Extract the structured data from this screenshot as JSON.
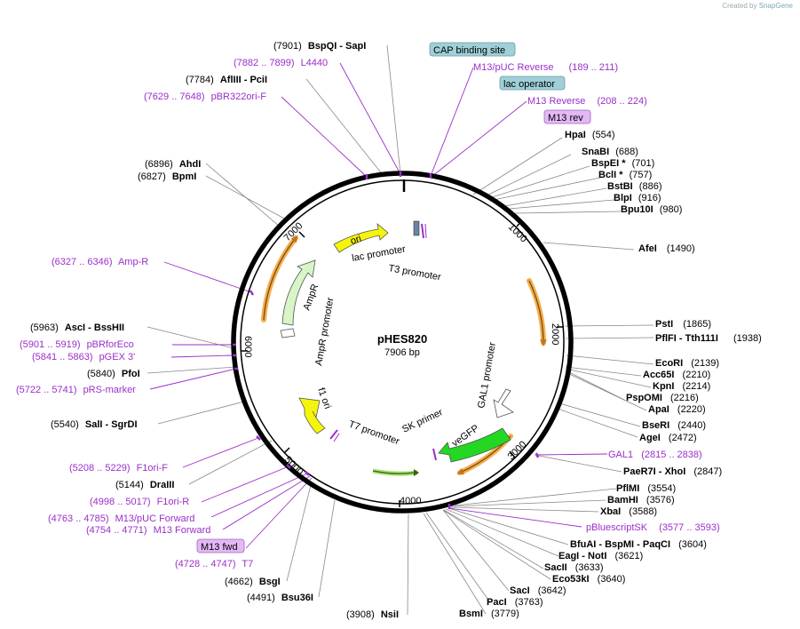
{
  "credit": {
    "prefix": "Created by",
    "brand": "SnapGene"
  },
  "plasmid": {
    "name": "pHES820",
    "size": "7906 bp"
  },
  "colors": {
    "ring": "#000000",
    "feature_text": "#9a2fc9",
    "site_line": "#777777",
    "feature_line": "#9a2fc9",
    "ori": "#f5f50a",
    "ampr": "#d8f5c8",
    "vegfp": "#22d822",
    "promoter": "#ffffff",
    "box_blue": "#9fd0d8",
    "box_violet": "#e3b8f5",
    "orange": "#f0a030"
  },
  "ticks": [
    "1000",
    "2000",
    "3000",
    "4000",
    "5000",
    "6000",
    "7000"
  ],
  "inner_labels": [
    "ori",
    "lac promoter",
    "T3 promoter",
    "AmpR",
    "AmpR promoter",
    "GAL1 promoter",
    "veGFP",
    "SK primer",
    "T7 promoter",
    "f1 ori"
  ],
  "box_labels": [
    "CAP binding site",
    "lac operator",
    "M13 rev",
    "M13 fwd"
  ],
  "right_labels": [
    {
      "name": "HpaI",
      "pos": "(554)"
    },
    {
      "name": "SnaBI",
      "pos": "(688)"
    },
    {
      "name": "BspEI *",
      "pos": "(701)"
    },
    {
      "name": "BclI *",
      "pos": "(757)"
    },
    {
      "name": "BstBI",
      "pos": "(886)"
    },
    {
      "name": "BlpI",
      "pos": "(916)"
    },
    {
      "name": "Bpu10I",
      "pos": "(980)"
    },
    {
      "name": "AfeI",
      "pos": "(1490)"
    },
    {
      "name": "PstI",
      "pos": "(1865)"
    },
    {
      "name": "PflFI - Tth111I",
      "pos": "(1938)"
    },
    {
      "name": "EcoRI",
      "pos": "(2139)"
    },
    {
      "name": "Acc65I",
      "pos": "(2210)"
    },
    {
      "name": "KpnI",
      "pos": "(2214)"
    },
    {
      "name": "PspOMI",
      "pos": "(2216)"
    },
    {
      "name": "ApaI",
      "pos": "(2220)"
    },
    {
      "name": "BseRI",
      "pos": "(2440)"
    },
    {
      "name": "AgeI",
      "pos": "(2472)"
    },
    {
      "name": "PaeR7I - XhoI",
      "pos": "(2847)"
    },
    {
      "name": "PflMI",
      "pos": "(3554)"
    },
    {
      "name": "BamHI",
      "pos": "(3576)"
    },
    {
      "name": "XbaI",
      "pos": "(3588)"
    },
    {
      "name": "BfuAI - BspMI - PaqCI",
      "pos": "(3604)"
    },
    {
      "name": "EagI - NotI",
      "pos": "(3621)"
    },
    {
      "name": "SacII",
      "pos": "(3633)"
    },
    {
      "name": "Eco53kI",
      "pos": "(3640)"
    },
    {
      "name": "SacI",
      "pos": "(3642)"
    },
    {
      "name": "PacI",
      "pos": "(3763)"
    },
    {
      "name": "BsmI",
      "pos": "(3779)"
    }
  ],
  "left_labels": [
    {
      "pos": "(7901)",
      "name": "BspQI - SapI"
    },
    {
      "pos": "(7784)",
      "name": "AflIII - PciI"
    },
    {
      "pos": "(6896)",
      "name": "AhdI"
    },
    {
      "pos": "(6827)",
      "name": "BpmI"
    },
    {
      "pos": "(5963)",
      "name": "AscI - BssHII"
    },
    {
      "pos": "(5840)",
      "name": "PfoI"
    },
    {
      "pos": "(5540)",
      "name": "SalI - SgrDI"
    },
    {
      "pos": "(5144)",
      "name": "DraIII"
    },
    {
      "pos": "(4662)",
      "name": "BsgI"
    },
    {
      "pos": "(4491)",
      "name": "Bsu36I"
    },
    {
      "pos": "(3908)",
      "name": "NsiI"
    }
  ],
  "feature_labels": [
    {
      "name": "M13/pUC Reverse",
      "range": "(189 .. 211)"
    },
    {
      "name": "M13 Reverse",
      "range": "(208 .. 224)"
    },
    {
      "name": "GAL1",
      "range": "(2815 .. 2838)"
    },
    {
      "name": "pBluescriptSK",
      "range": "(3577 .. 3593)"
    },
    {
      "name": "L4440",
      "range": "(7882 .. 7899)"
    },
    {
      "name": "pBR322ori-F",
      "range": "(7629 .. 7648)"
    },
    {
      "name": "Amp-R",
      "range": "(6327 .. 6346)"
    },
    {
      "name": "pBRforEco",
      "range": "(5901 .. 5919)"
    },
    {
      "name": "pGEX 3'",
      "range": "(5841 .. 5863)"
    },
    {
      "name": "pRS-marker",
      "range": "(5722 .. 5741)"
    },
    {
      "name": "F1ori-F",
      "range": "(5208 .. 5229)"
    },
    {
      "name": "F1ori-R",
      "range": "(4998 .. 5017)"
    },
    {
      "name": "M13/pUC Forward",
      "range": "(4763 .. 4785)"
    },
    {
      "name": "M13 Forward",
      "range": "(4754 .. 4771)"
    },
    {
      "name": "T7",
      "range": "(4728 .. 4747)"
    }
  ]
}
